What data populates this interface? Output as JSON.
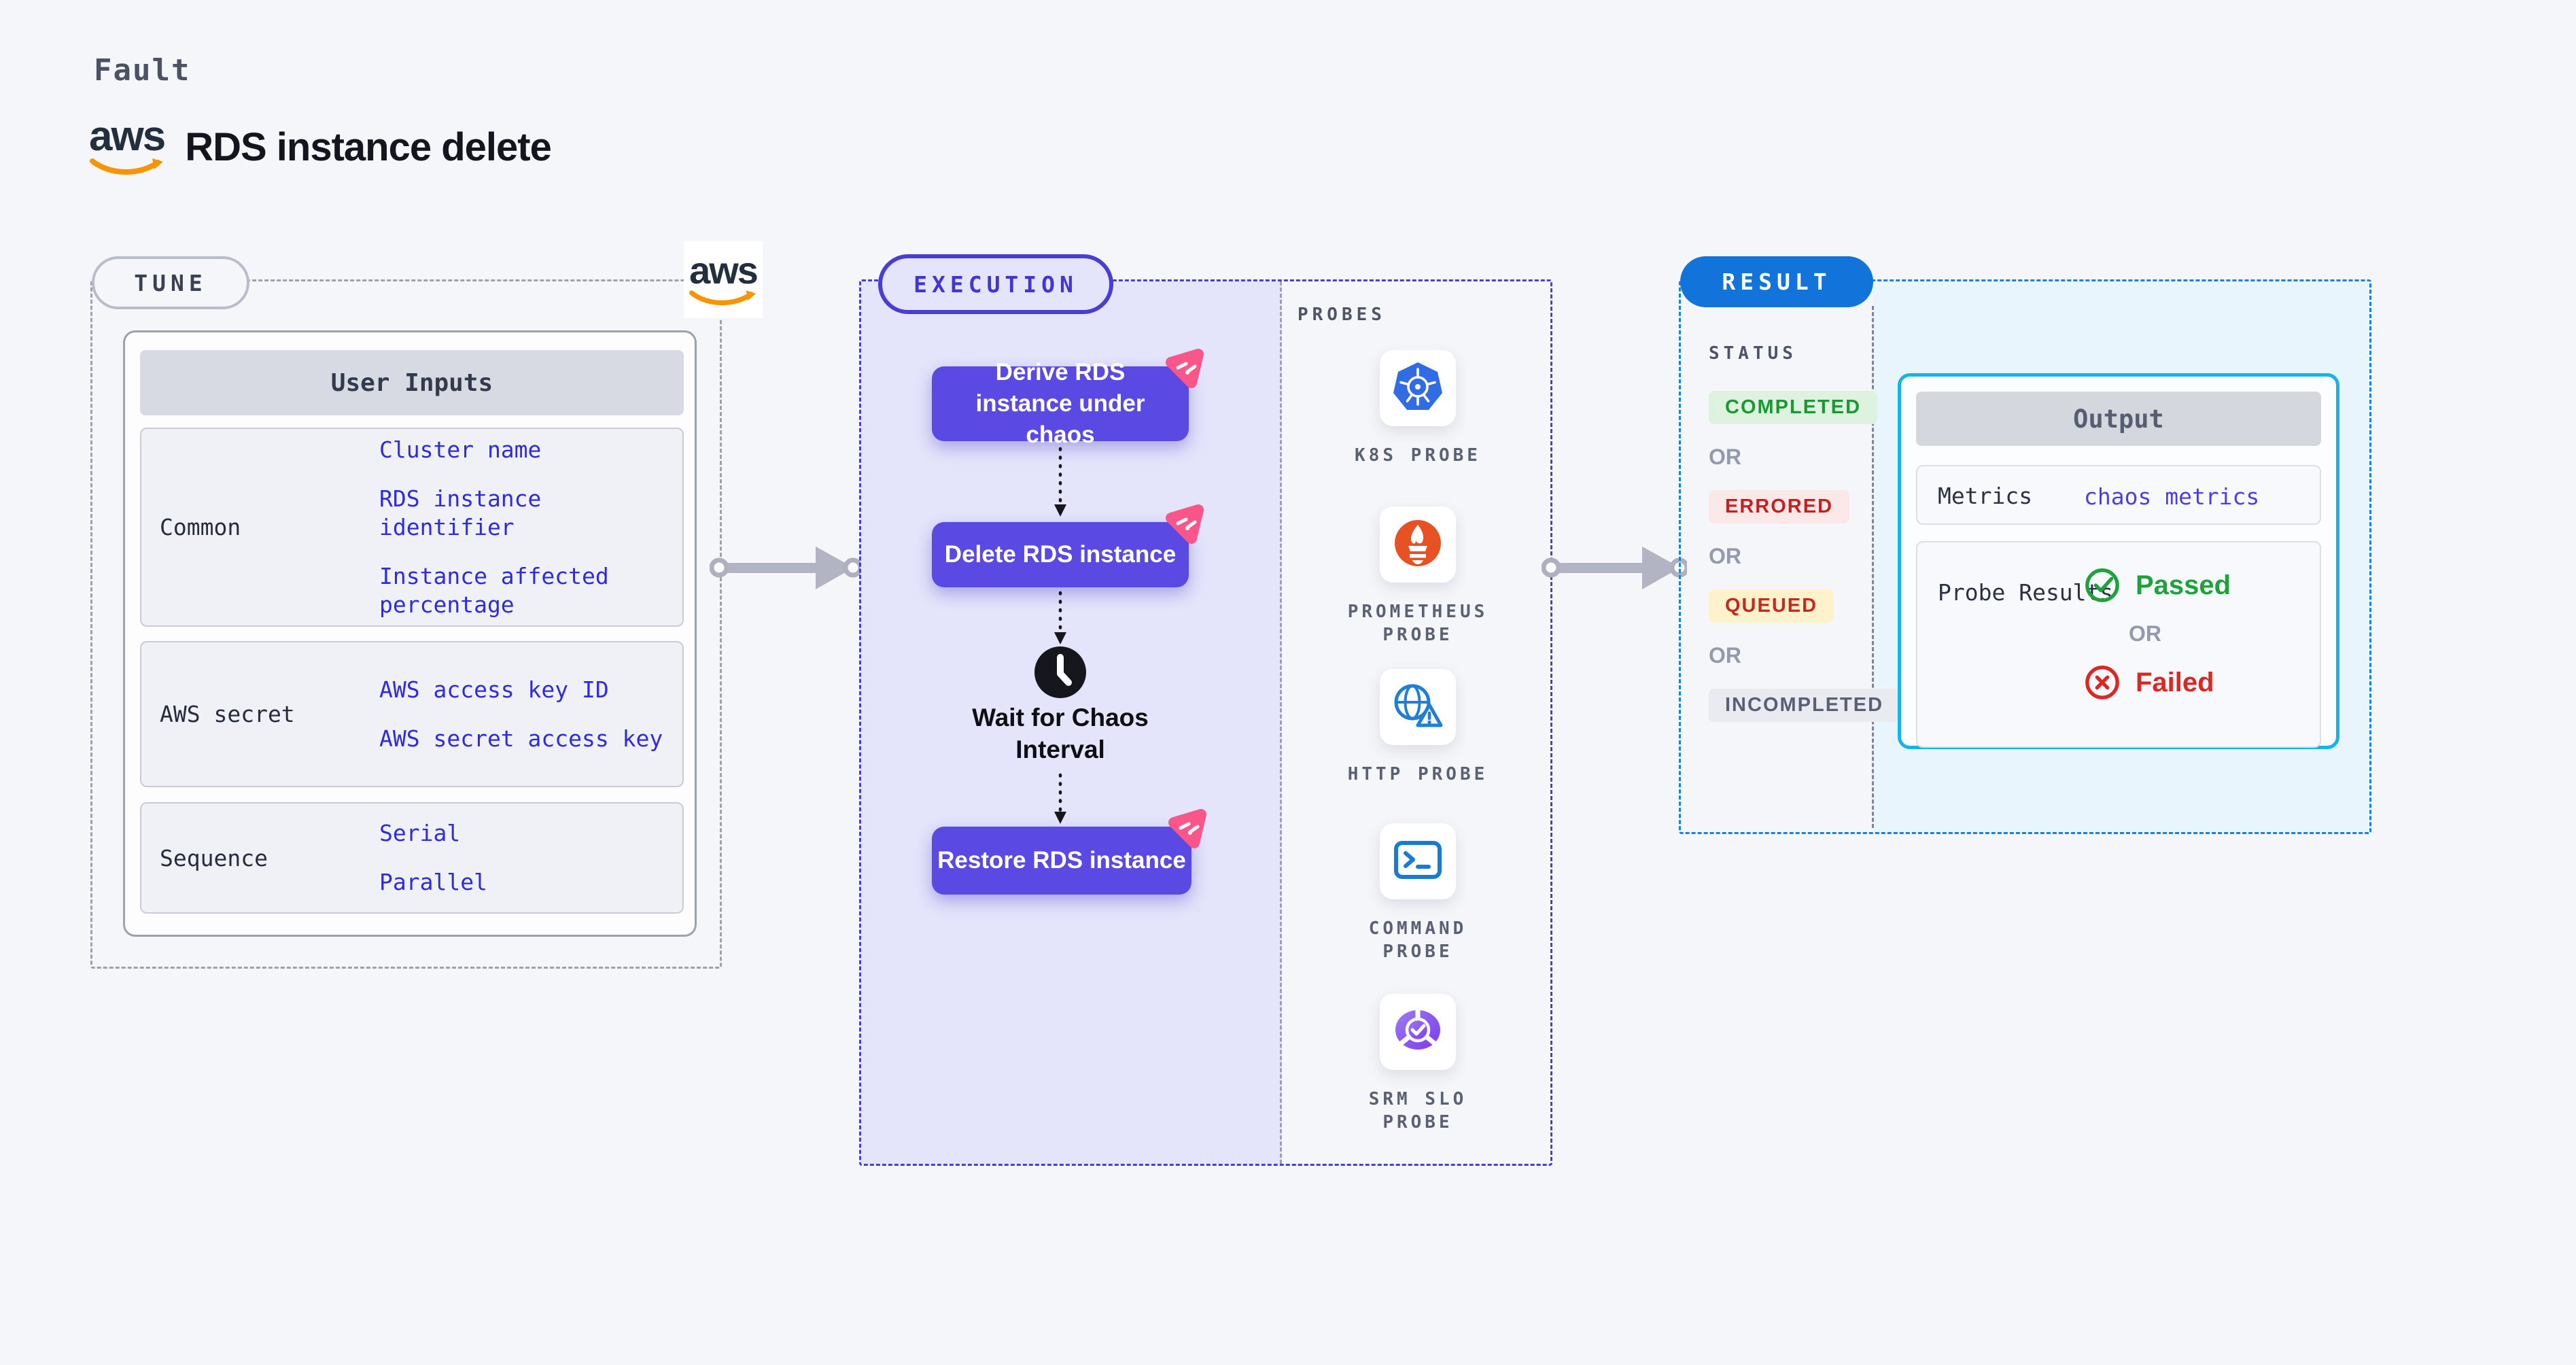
{
  "header": {
    "eyebrow": "Fault",
    "title": "RDS instance delete",
    "aws_logo_text": "aws"
  },
  "tune": {
    "label": "TUNE",
    "table": {
      "header": "User Inputs",
      "rows": [
        {
          "label": "Common",
          "values": [
            "Cluster name",
            "RDS instance identifier",
            "Instance affected percentage"
          ]
        },
        {
          "label": "AWS secret",
          "values": [
            "AWS access key ID",
            "AWS secret access key"
          ]
        },
        {
          "label": "Sequence",
          "values": [
            "Serial",
            "Parallel"
          ]
        }
      ]
    }
  },
  "execution": {
    "label": "EXECUTION",
    "steps": [
      {
        "type": "action",
        "label": "Derive RDS instance under chaos"
      },
      {
        "type": "action",
        "label": "Delete RDS instance"
      },
      {
        "type": "wait",
        "label": "Wait for Chaos Interval",
        "icon": "clock-icon"
      },
      {
        "type": "action",
        "label": "Restore RDS instance"
      }
    ]
  },
  "probes": {
    "label": "PROBES",
    "items": [
      {
        "label": "K8S PROBE",
        "icon": "kubernetes-icon"
      },
      {
        "label": "PROMETHEUS\nPROBE",
        "icon": "prometheus-icon"
      },
      {
        "label": "HTTP PROBE",
        "icon": "http-globe-icon"
      },
      {
        "label": "COMMAND\nPROBE",
        "icon": "terminal-icon"
      },
      {
        "label": "SRM SLO\nPROBE",
        "icon": "srm-slo-icon"
      }
    ]
  },
  "result": {
    "label": "RESULT",
    "status": {
      "label": "STATUS",
      "separator": "OR",
      "badges": [
        {
          "label": "COMPLETED",
          "text_color": "#189a31",
          "bg_color": "#ddf2df"
        },
        {
          "label": "ERRORED",
          "text_color": "#c52020",
          "bg_color": "#fbe8e8"
        },
        {
          "label": "QUEUED",
          "text_color": "#c32a22",
          "bg_color": "#fdf2cb"
        },
        {
          "label": "INCOMPLETED",
          "text_color": "#596074",
          "bg_color": "#e9ebf1"
        }
      ]
    },
    "output": {
      "header": "Output",
      "metrics_label": "Metrics",
      "metrics_value": "chaos metrics",
      "probe_results_label": "Probe Results",
      "passed": "Passed",
      "or": "OR",
      "failed": "Failed"
    }
  },
  "colors": {
    "action_button": "#5a4ae3",
    "chaos_badge": "#fb5689",
    "execution_accent": "#4a3dd5",
    "result_accent": "#1273da",
    "output_border": "#14b3e9",
    "link_blue": "#2f2ae2",
    "metrics_link": "#4e3de6",
    "passed_green": "#1da23c",
    "failed_red": "#dc2723",
    "aws_orange": "#f79400"
  }
}
